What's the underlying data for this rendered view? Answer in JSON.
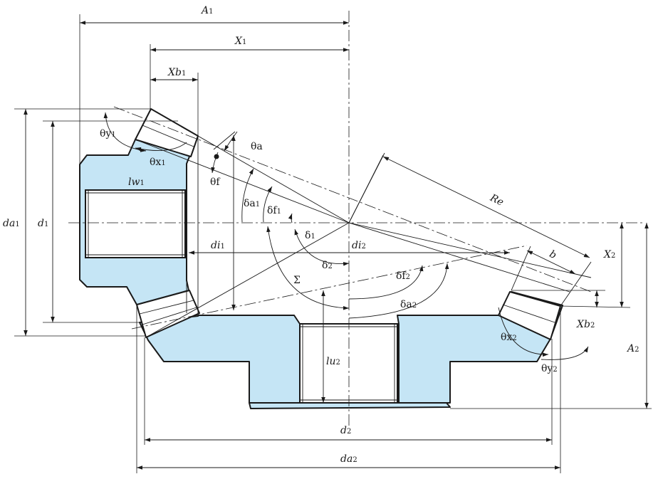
{
  "labels": {
    "A1": {
      "main": "A",
      "sub": "1"
    },
    "X1": {
      "main": "X",
      "sub": "1"
    },
    "Xb1": {
      "main": "Xb",
      "sub": "1"
    },
    "theta_y1": {
      "main": "θy",
      "sub": "1"
    },
    "theta_x1": {
      "main": "θx",
      "sub": "1"
    },
    "theta_a": {
      "main": "θa",
      "sub": ""
    },
    "theta_f": {
      "main": "θf",
      "sub": ""
    },
    "lw1": {
      "main": "lw",
      "sub": "1"
    },
    "da1": {
      "main": "da",
      "sub": "1"
    },
    "d1": {
      "main": "d",
      "sub": "1"
    },
    "delta_a1": {
      "main": "δa",
      "sub": "1"
    },
    "delta_f1": {
      "main": "δf",
      "sub": "1"
    },
    "delta1": {
      "main": "δ",
      "sub": "1"
    },
    "delta2": {
      "main": "δ",
      "sub": "2"
    },
    "di1": {
      "main": "di",
      "sub": "1"
    },
    "di2": {
      "main": "di",
      "sub": "2"
    },
    "Sigma": {
      "main": "Σ",
      "sub": ""
    },
    "delta_f2": {
      "main": "δf",
      "sub": "2"
    },
    "delta_a2": {
      "main": "δa",
      "sub": "2"
    },
    "Re": {
      "main": "Re",
      "sub": ""
    },
    "b": {
      "main": "b",
      "sub": ""
    },
    "X2": {
      "main": "X",
      "sub": "2"
    },
    "Xb2": {
      "main": "Xb",
      "sub": "2"
    },
    "theta_x2": {
      "main": "θx",
      "sub": "2"
    },
    "theta_y2": {
      "main": "θy",
      "sub": "2"
    },
    "A2": {
      "main": "A",
      "sub": "2"
    },
    "lu2": {
      "main": "lu",
      "sub": "2"
    },
    "d2": {
      "main": "d",
      "sub": "2"
    },
    "da2": {
      "main": "da",
      "sub": "2"
    }
  },
  "colors": {
    "gear_body": "#c5e5f5",
    "outline": "#1a1a1a",
    "background": "#ffffff"
  }
}
